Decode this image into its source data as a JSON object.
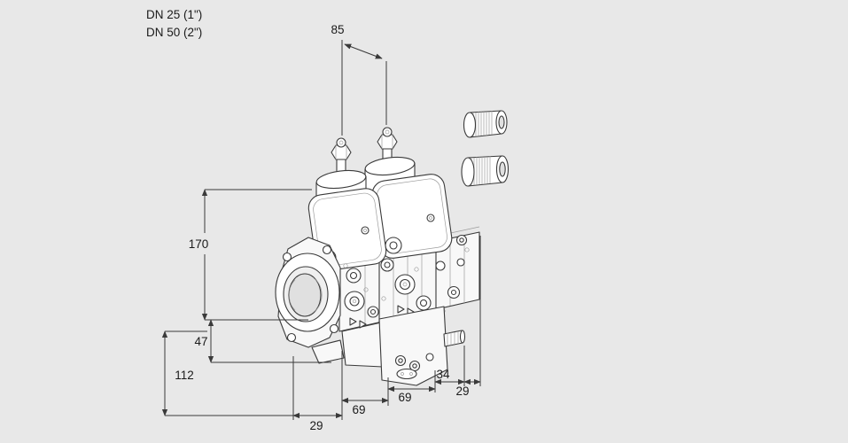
{
  "header": {
    "line1": "DN 25 (1\")",
    "line2": "DN 50 (2\")"
  },
  "dimensions": {
    "d85": "85",
    "d170": "170",
    "d47": "47",
    "d112": "112",
    "d29_bottom": "29",
    "d69_left": "69",
    "d69_right": "69",
    "d34": "34",
    "d29_right": "29"
  },
  "colors": {
    "background": "#e8e8e8",
    "line": "#3a3a3a",
    "text": "#1a1a1a"
  }
}
